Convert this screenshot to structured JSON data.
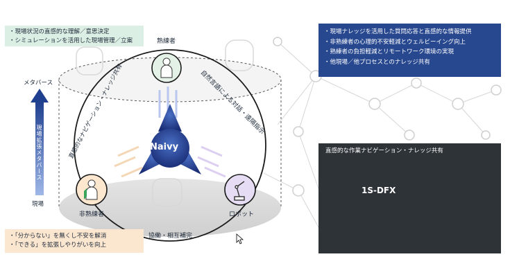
{
  "top_note": {
    "lines": [
      "・現場状況の直感的な理解／意思決定",
      "・シミュレーションを活用した現場管理／立案"
    ]
  },
  "bottom_note": {
    "lines": [
      "・「分からない」を無くし不安を解消",
      "・「できる」を拡張しやりがいを向上"
    ]
  },
  "roles": {
    "expert": "熟練者",
    "novice": "非熟練者",
    "robot": "ロボット"
  },
  "center_label": "Naivy",
  "arc_labels": {
    "right": "自然言語による対話・遠隔指示",
    "left": "直感的なナビゲーション・ナレッジ共有",
    "bottom": "協働・相互補完"
  },
  "axis": {
    "top": "メタバース",
    "middle": "現場拡張メタバース",
    "bottom": "現場"
  },
  "benefits": {
    "items": [
      "・現場ナレッジを活用した質問応答と直感的な情報提供",
      "・非熟練者の心理的不安軽減とウェルビーイング向上",
      "・熟練者の負担軽減とリモートワーク環境の実現",
      "・他現場／他プロセスとのナレッジ共有"
    ]
  },
  "screenshot_panel": {
    "title": "直感的な作業ナビゲーション・ナレッジ共有",
    "screen_label": "1S-DFX"
  },
  "colors": {
    "navy": "#27478f",
    "dark_panel": "#2e3338",
    "green_note": "#dcefe4",
    "peach_note": "#fbe6cf"
  }
}
